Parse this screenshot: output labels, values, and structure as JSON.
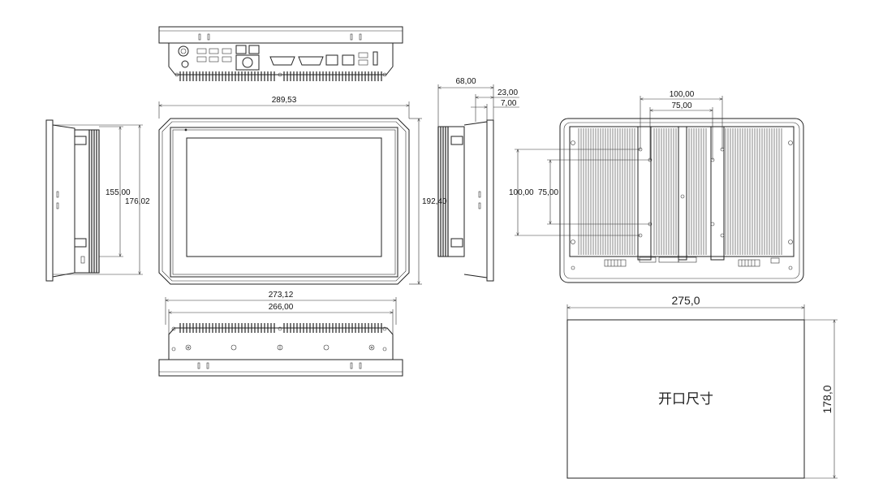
{
  "dims": {
    "front_width": "289,53",
    "front_height": "192,40",
    "side_inner_height": "155,00",
    "side_outer_height": "176,02",
    "depth_total": "68,00",
    "depth_panel": "23,00",
    "depth_bezel": "7,00",
    "vesa_outer_h": "100,00",
    "vesa_inner_h": "75,00",
    "vesa_outer_v": "100,00",
    "vesa_inner_v": "75,00",
    "bottom_outer_width": "273,12",
    "bottom_inner_width": "266,00",
    "cutout_width": "275,0",
    "cutout_height": "178,0"
  },
  "cutout": {
    "label": "开口尺寸"
  }
}
